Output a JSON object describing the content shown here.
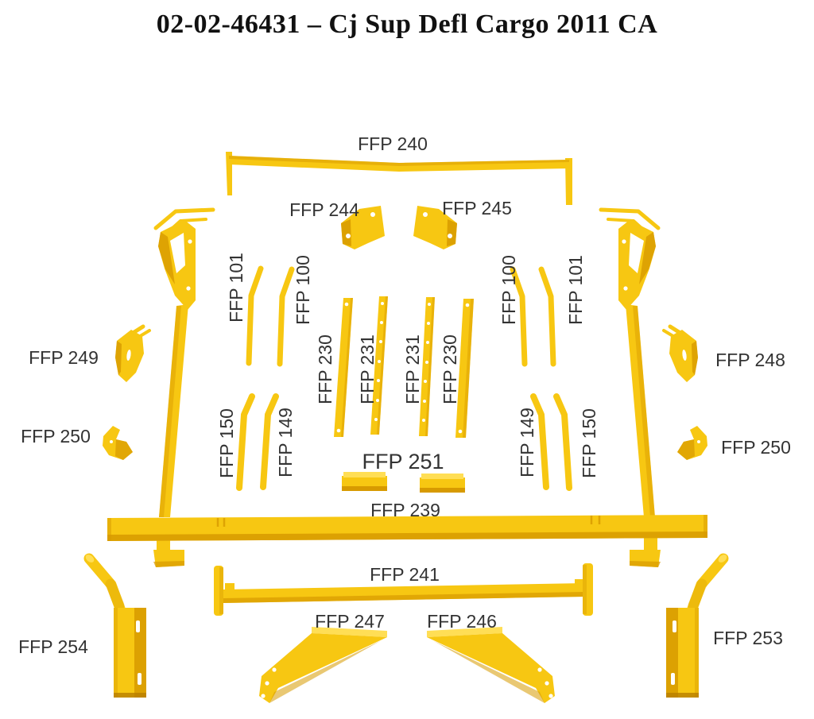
{
  "title": "02-02-46431 – Cj Sup Defl Cargo 2011 CA",
  "colors": {
    "background": "#FFFFFF",
    "part_yellow": "#F7C712",
    "part_light": "#FFDE55",
    "part_dark": "#D79A00",
    "deep_shadow": "#B87E00",
    "label_text": "#333333",
    "title_text": "#111111"
  },
  "labels": [
    {
      "id": "ffp240",
      "text": "FFP 240"
    },
    {
      "id": "ffp244",
      "text": "FFP 244"
    },
    {
      "id": "ffp245",
      "text": "FFP 245"
    },
    {
      "id": "ffp101-left",
      "text": "FFP 101"
    },
    {
      "id": "ffp100-left",
      "text": "FFP 100"
    },
    {
      "id": "ffp100-right",
      "text": "FFP 100"
    },
    {
      "id": "ffp101-right",
      "text": "FFP 101"
    },
    {
      "id": "ffp249",
      "text": "FFP 249"
    },
    {
      "id": "ffp248",
      "text": "FFP 248"
    },
    {
      "id": "ffp230-left",
      "text": "FFP 230"
    },
    {
      "id": "ffp231-left",
      "text": "FFP 231"
    },
    {
      "id": "ffp231-right",
      "text": "FFP 231"
    },
    {
      "id": "ffp230-right",
      "text": "FFP 230"
    },
    {
      "id": "ffp250-left",
      "text": "FFP 250"
    },
    {
      "id": "ffp250-right",
      "text": "FFP 250"
    },
    {
      "id": "ffp150-left",
      "text": "FFP 150"
    },
    {
      "id": "ffp149-left",
      "text": "FFP 149"
    },
    {
      "id": "ffp149-right",
      "text": "FFP 149"
    },
    {
      "id": "ffp150-right",
      "text": "FFP 150"
    },
    {
      "id": "ffp251",
      "text": "FFP 251"
    },
    {
      "id": "ffp239",
      "text": "FFP 239"
    },
    {
      "id": "ffp241",
      "text": "FFP 241"
    },
    {
      "id": "ffp247",
      "text": "FFP 247"
    },
    {
      "id": "ffp246",
      "text": "FFP 246"
    },
    {
      "id": "ffp254",
      "text": "FFP 254"
    },
    {
      "id": "ffp253",
      "text": "FFP 253"
    }
  ]
}
